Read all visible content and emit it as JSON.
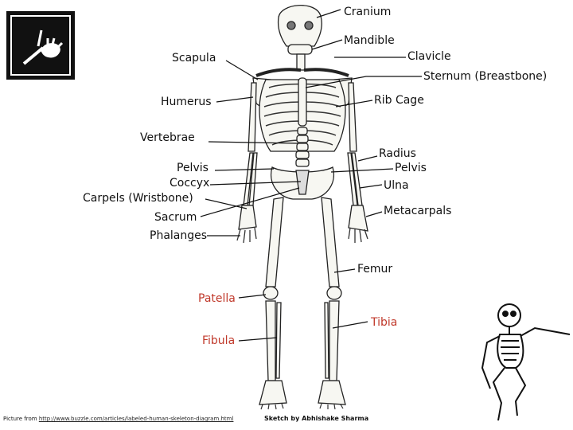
{
  "labels": {
    "cranium": "Cranium",
    "mandible": "Mandible",
    "clavicle": "Clavicle",
    "scapula": "Scapula",
    "sternum": "Sternum (Breastbone)",
    "humerus": "Humerus",
    "rib_cage": "Rib Cage",
    "vertebrae": "Vertebrae",
    "radius": "Radius",
    "pelvis_right": "Pelvis",
    "pelvis_left": "Pelvis",
    "coccyx": "Coccyx",
    "ulna": "Ulna",
    "carpels": "Carpels (Wristbone)",
    "metacarpals": "Metacarpals",
    "sacrum": "Sacrum",
    "phalanges": "Phalanges",
    "femur": "Femur",
    "patella": "Patella",
    "tibia": "Tibia",
    "fibula": "Fibula"
  },
  "footer": {
    "source_prefix": "Picture from ",
    "source_url": "http://www.buzzle.com/articles/labeled-human-skeleton-diagram.html",
    "credit": "Sketch by Abhishake Sharma"
  },
  "colors": {
    "accent_red": "#c0392b",
    "line": "#111111",
    "bone": "#f7f7f2"
  }
}
